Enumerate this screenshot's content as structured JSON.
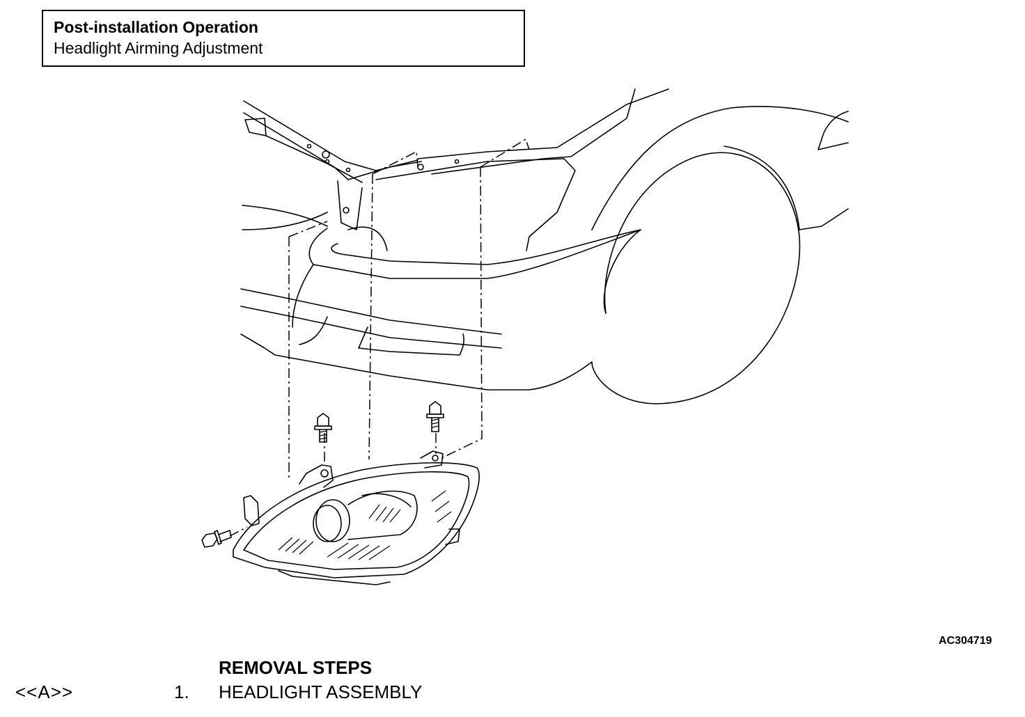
{
  "note": {
    "title": "Post-installation Operation",
    "subtitle": "Headlight Airming Adjustment"
  },
  "figure": {
    "code": "AC304719",
    "subject": "headlight-assembly-removal-illustration"
  },
  "removal_steps": {
    "heading": "REMOVAL STEPS",
    "items": [
      {
        "ref": "<<A>>",
        "number": "1.",
        "label": "HEADLIGHT ASSEMBLY"
      }
    ]
  }
}
